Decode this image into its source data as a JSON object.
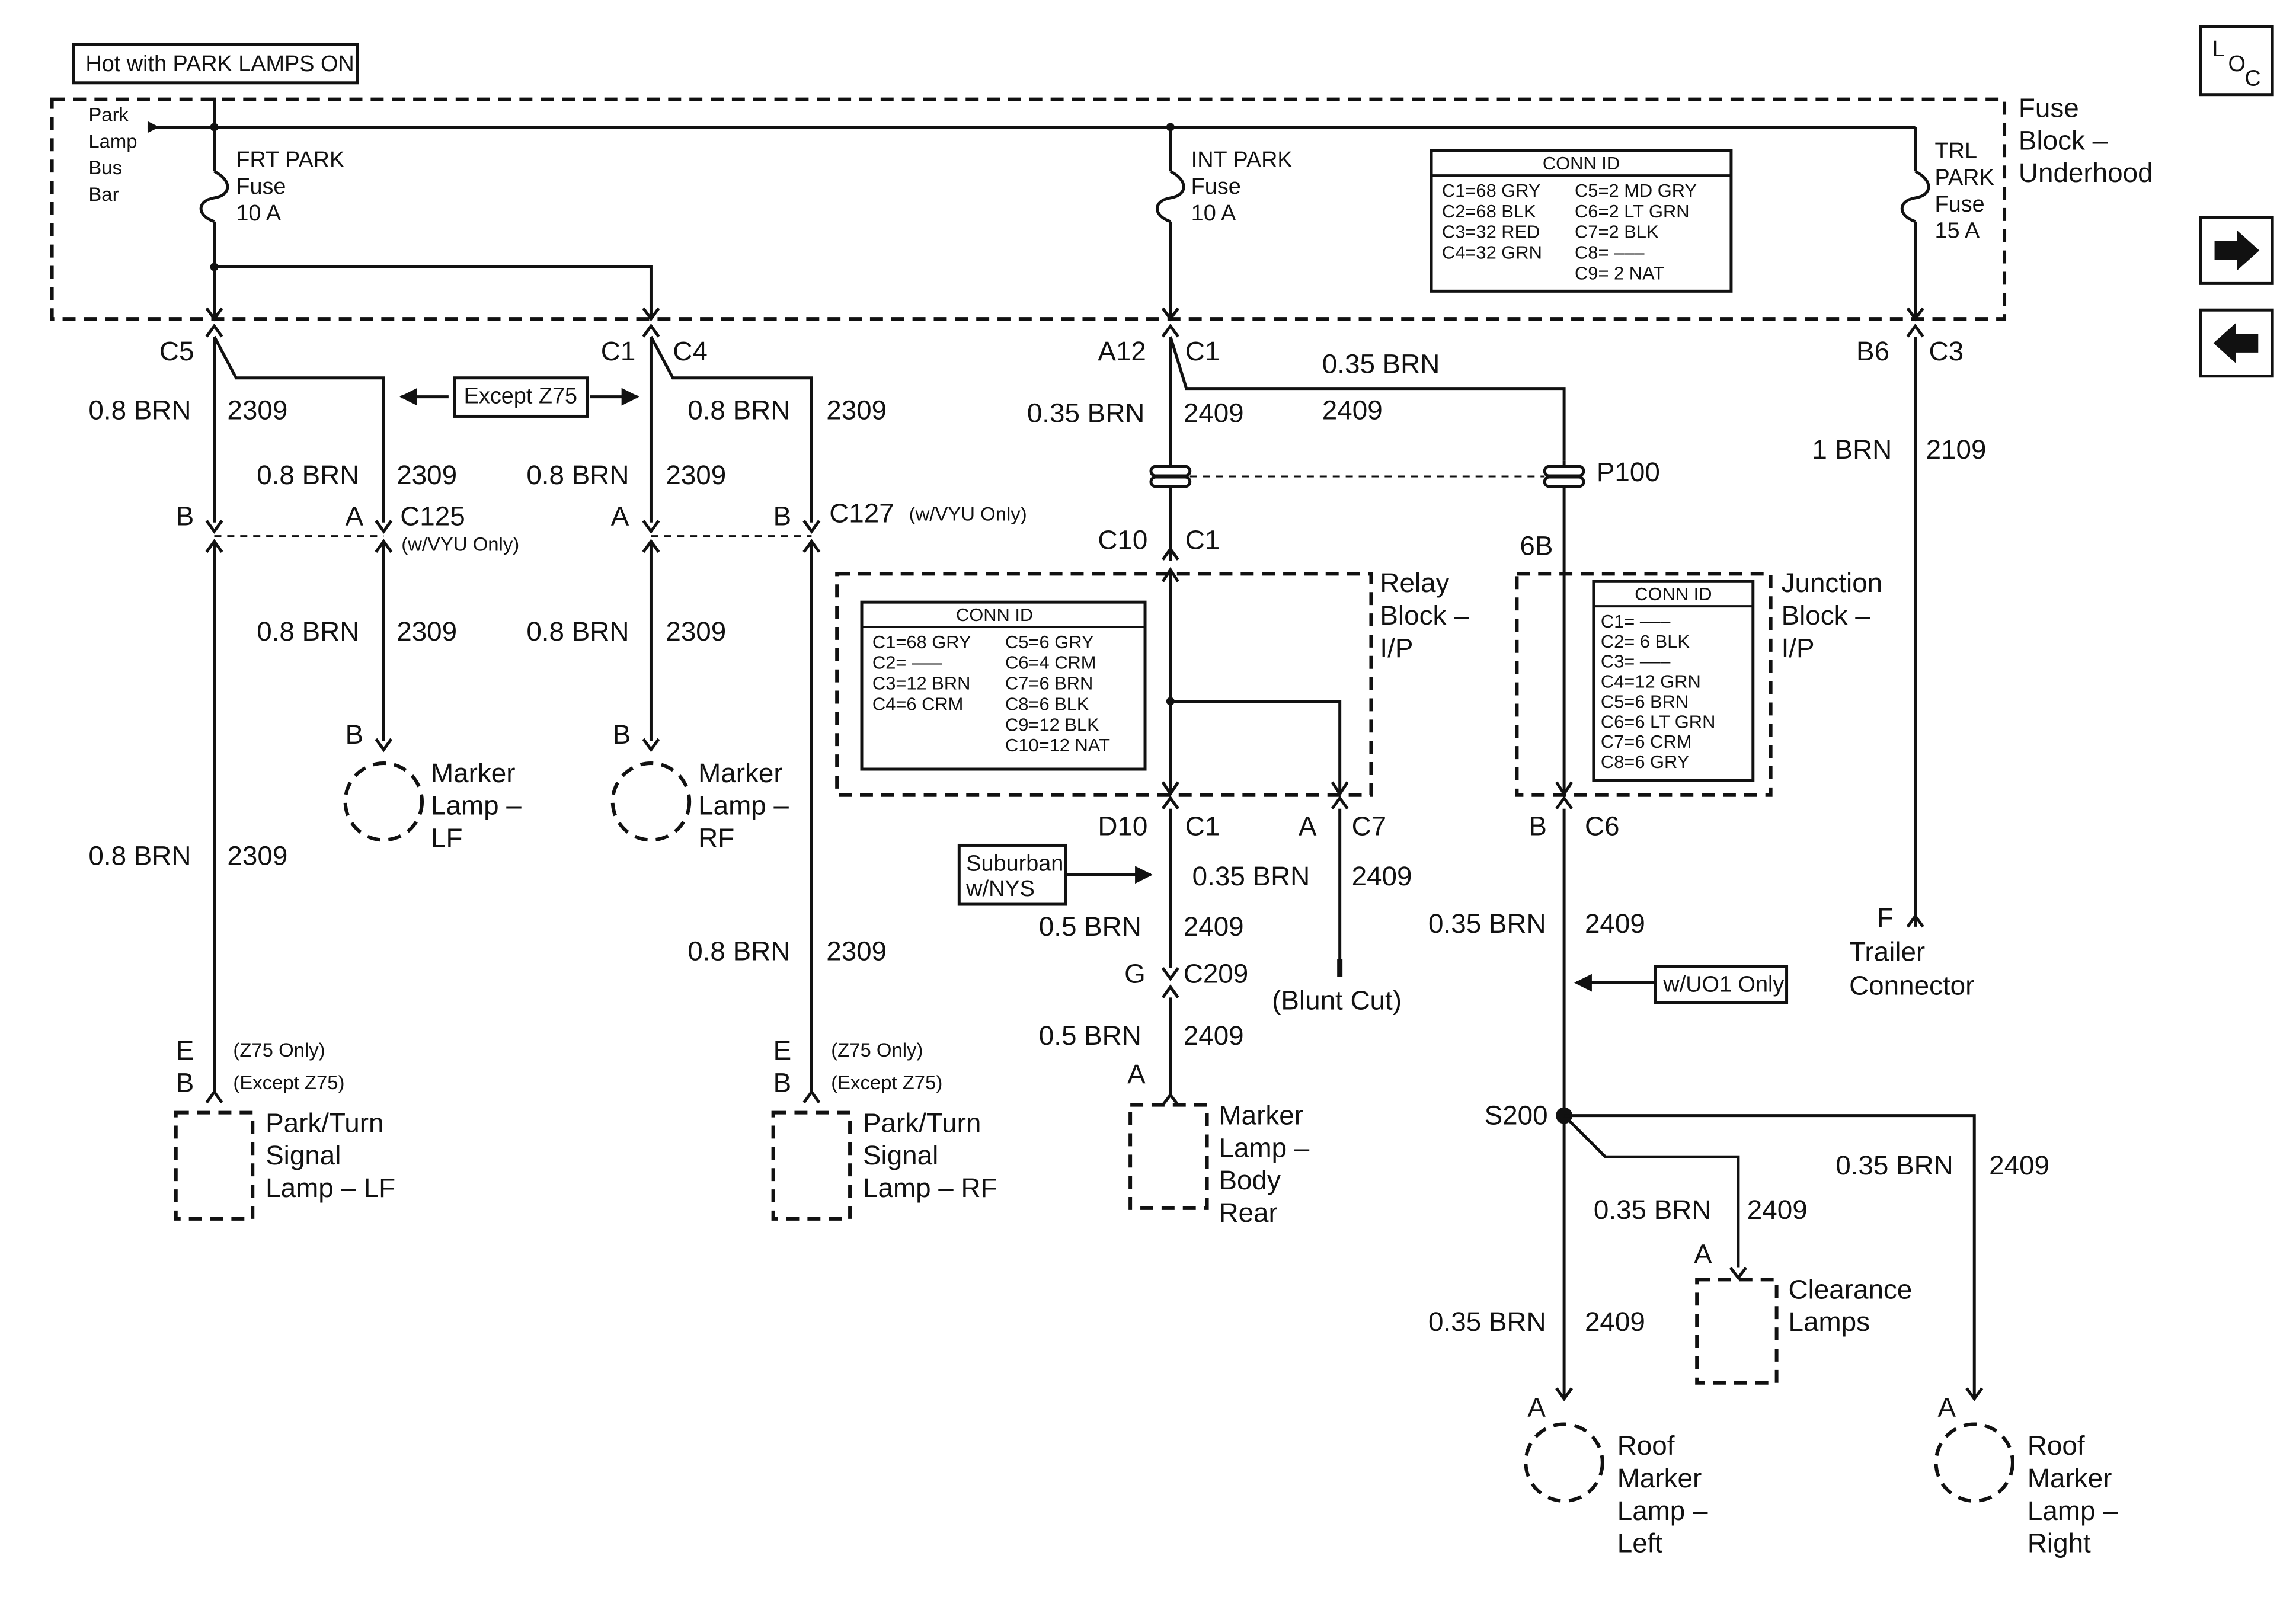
{
  "labels": {
    "hot_with": "Hot with PARK LAMPS ON",
    "bus_1": "Park",
    "bus_2": "Lamp",
    "bus_3": "Bus",
    "bus_4": "Bar",
    "frt_1": "FRT PARK",
    "frt_2": "Fuse",
    "frt_3": "10 A",
    "int_1": "INT PARK",
    "int_2": "Fuse",
    "int_3": "10 A",
    "trl_1": "TRL",
    "trl_2": "PARK",
    "trl_3": "Fuse",
    "trl_4": "15 A",
    "fb_1": "Fuse",
    "fb_2": "Block –",
    "fb_3": "Underhood",
    "c5": "C5",
    "c1a": "C1",
    "c4": "C4",
    "a12": "A12",
    "c1b": "C1",
    "b6": "B6",
    "c3": "C3",
    "w_c5": "0.8 BRN",
    "n_c5": "2309",
    "w_c4": "0.8 BRN",
    "n_c4": "2309",
    "w_a12": "0.35 BRN",
    "n_a12": "2409",
    "w_top": "0.35 BRN",
    "n_top": "2409",
    "w_trl": "1 BRN",
    "n_trl": "2109",
    "except_z75": "Except Z75",
    "w_lf_up": "0.8 BRN",
    "n_lf_up": "2309",
    "w_rf_up": "0.8 BRN",
    "n_rf_up": "2309",
    "p100": "P100",
    "b1": "B",
    "a1": "A",
    "c125": "C125",
    "c125_note": "(w/VYU Only)",
    "a2": "A",
    "b2": "B",
    "c127": "C127",
    "c127_note": "(w/VYU Only)",
    "c10": "C10",
    "c1c": "C1",
    "p6b": "6B",
    "w_lf_dn": "0.8 BRN",
    "n_lf_dn": "2309",
    "w_rf_dn": "0.8 BRN",
    "n_rf_dn": "2309",
    "relay_1": "Relay",
    "relay_2": "Block –",
    "relay_3": "I/P",
    "jb_1": "Junction",
    "jb_2": "Block –",
    "jb_3": "I/P",
    "b_mlf": "B",
    "mlf_1": "Marker",
    "mlf_2": "Lamp –",
    "mlf_3": "LF",
    "b_mrf": "B",
    "mrf_1": "Marker",
    "mrf_2": "Lamp –",
    "mrf_3": "RF",
    "d10": "D10",
    "c1d": "C1",
    "a_c7": "A",
    "c7": "C7",
    "b_c6": "B",
    "c6": "C6",
    "w_left": "0.8 BRN",
    "n_left": "2309",
    "sub_1": "Suburban",
    "sub_2": "w/NYS",
    "w_c7": "0.35 BRN",
    "n_c7": "2409",
    "w_d10": "0.5 BRN",
    "n_d10": "2409",
    "w_c6": "0.35 BRN",
    "n_c6": "2409",
    "f_trl": "F",
    "trl_c1": "Trailer",
    "trl_c2": "Connector",
    "w_rf_low": "0.8 BRN",
    "n_rf_low": "2309",
    "g_c209": "G",
    "c209": "C209",
    "blunt": "(Blunt Cut)",
    "wuo1": "w/UO1 Only",
    "w_c209": "0.5 BRN",
    "n_c209": "2409",
    "e_lf": "E",
    "b_lf": "B",
    "z75_lf": "(Z75 Only)",
    "xz75_lf": "(Except Z75)",
    "e_rf": "E",
    "b_rf": "B",
    "z75_rf": "(Z75 Only)",
    "xz75_rf": "(Except Z75)",
    "a_body": "A",
    "ptlf_1": "Park/Turn",
    "ptlf_2": "Signal",
    "ptlf_3": "Lamp – LF",
    "ptrf_1": "Park/Turn",
    "ptrf_2": "Signal",
    "ptrf_3": "Lamp – RF",
    "mbr_1": "Marker",
    "mbr_2": "Lamp –",
    "mbr_3": "Body",
    "mbr_4": "Rear",
    "s200": "S200",
    "w_rr": "0.35 BRN",
    "n_rr": "2409",
    "w_clr": "0.35 BRN",
    "n_clr": "2409",
    "a_clr": "A",
    "clr_1": "Clearance",
    "clr_2": "Lamps",
    "w_rl": "0.35 BRN",
    "n_rl": "2409",
    "a_rl": "A",
    "a_rr": "A",
    "rl_1": "Roof",
    "rl_2": "Marker",
    "rl_3": "Lamp –",
    "rl_4": "Left",
    "rr_1": "Roof",
    "rr_2": "Marker",
    "rr_3": "Lamp –",
    "rr_4": "Right"
  },
  "conn_id_fuse": {
    "title": "CONN ID",
    "col1": [
      "C1=68 GRY",
      "C2=68 BLK",
      "C3=32 RED",
      "C4=32 GRN"
    ],
    "col2": [
      "C5=2 MD GRY",
      "C6=2 LT GRN",
      "C7=2 BLK",
      "C8= –––",
      "C9= 2 NAT"
    ]
  },
  "conn_id_relay": {
    "title": "CONN ID",
    "col1": [
      "C1=68 GRY",
      "C2= –––",
      "C3=12 BRN",
      "C4=6 CRM"
    ],
    "col2": [
      "C5=6 GRY",
      "C6=4 CRM",
      "C7=6 BRN",
      "C8=6 BLK",
      "C9=12 BLK",
      "C10=12 NAT"
    ]
  },
  "conn_id_junction": {
    "title": "CONN ID",
    "rows": [
      "C1= –––",
      "C2= 6 BLK",
      "C3= –––",
      "C4=12 GRN",
      "C5=6 BRN",
      "C6=6 LT GRN",
      "C7=6 CRM",
      "C8=6 GRY"
    ]
  },
  "nav": {
    "loc_l": "L",
    "loc_o": "O",
    "loc_c": "C",
    "next_icon": "arrow-right-icon",
    "prev_icon": "arrow-left-icon"
  }
}
